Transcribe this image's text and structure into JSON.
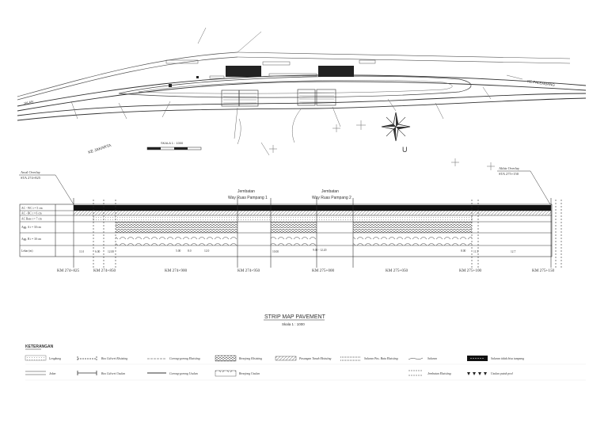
{
  "plan": {
    "scale_title": "SKALA 1 : 1000",
    "north_letter": "U",
    "road_label_left": "KE JAKARTA",
    "road_label_right": "KE PALEMBANG",
    "jalan_label": "JALAN"
  },
  "strip": {
    "awal_label": "Awal Overlay",
    "awal_sta": "STA 274+825",
    "akhir_label": "Akhir Overlay",
    "akhir_sta": "STA 275+150",
    "bridge1_line1": "Jembatan",
    "bridge1_line2": "Way Ruas Pampang 1",
    "bridge2_line1": "Jembatan",
    "bridge2_line2": "Way Ruas Pampang 2",
    "row_labels": [
      "AC - WC   t = 5 cm",
      "AC - BC   t = 6 cm",
      "AC Base   t = 7 cm",
      "Agg. A    t = 30 cm",
      "Agg. B    t = 30 cm",
      "Lebar (m)"
    ],
    "widths": [
      "11.0",
      "6.00",
      "12.00",
      "5.00",
      "8.0",
      "12.0",
      "10.00",
      "9.00 - 12.20",
      "8.00",
      "11.5",
      "12.7"
    ],
    "km": [
      "KM 274+825",
      "KM 274+850",
      "KM 274+900",
      "KM 274+950",
      "KM 275+000",
      "KM 275+050",
      "KM 275+100",
      "KM 275+150"
    ]
  },
  "title": {
    "main": "STRIP MAP PAVEMENT",
    "sub": "Skala 1 : 1000"
  },
  "legend": {
    "heading": "KETERANGAN",
    "items": [
      "Lengkung",
      "Box Culvert Eksisting",
      "Gorong-gorong Eksisting",
      "Bronjong Eksisting",
      "Pasangan Tanah Eksisting",
      "Saluran Pas. Batu Eksisting",
      "Saluran",
      "Saluran tidak bisa tumpang",
      "Jalan",
      "Box Culvert Usulan",
      "Gorong-gorong Usulan",
      "Bronjong Usulan",
      "Jembatan Eksisting",
      "Usulan patok pral"
    ]
  }
}
